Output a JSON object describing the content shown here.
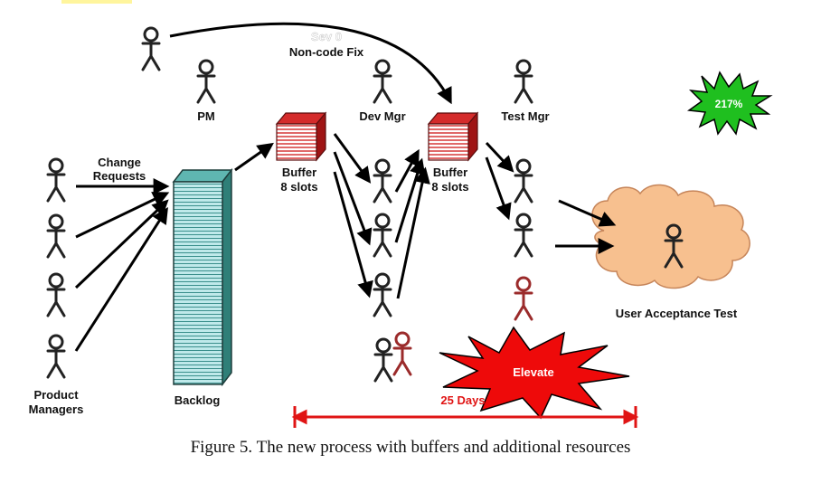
{
  "colors": {
    "arrow": "#000000",
    "person": "#222222",
    "person_new": "#9b2b2b",
    "backlog_front": "#a9e0e2",
    "backlog_side": "#2f7f78",
    "buffer_red": "#d42b2b",
    "cloud": "#f7c08f",
    "elevate": "#ee0a0a",
    "burst_green": "#1fbf1f",
    "timeline": "#e01414",
    "highlight": "#fff59d"
  },
  "labels": {
    "sev": "Sev 0",
    "noncode_fix": "Non-code Fix",
    "pm": "PM",
    "dev_mgr": "Dev Mgr",
    "test_mgr": "Test Mgr",
    "change_requests_1": "Change",
    "change_requests_2": "Requests",
    "buffer1_1": "Buffer",
    "buffer1_2": "8 slots",
    "buffer2_1": "Buffer",
    "buffer2_2": "8 slots",
    "backlog": "Backlog",
    "product_managers_1": "Product",
    "product_managers_2": "Managers",
    "uat": "User Acceptance Test",
    "elevate": "Elevate",
    "days": "25 Days",
    "percent": "217%"
  },
  "caption": "Figure 5. The new process with buffers and additional resources"
}
